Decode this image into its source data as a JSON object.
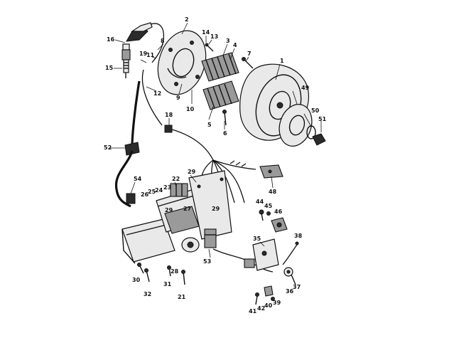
{
  "callouts": [
    {
      "id": "c1",
      "text": "1"
    },
    {
      "id": "c2",
      "text": "2"
    },
    {
      "id": "c3",
      "text": "3"
    },
    {
      "id": "c4",
      "text": "4"
    },
    {
      "id": "c5",
      "text": "5"
    },
    {
      "id": "c6",
      "text": "6"
    },
    {
      "id": "c7",
      "text": "7"
    },
    {
      "id": "c8",
      "text": "8"
    },
    {
      "id": "c9",
      "text": "9"
    },
    {
      "id": "c10",
      "text": "10"
    },
    {
      "id": "c11",
      "text": "11"
    },
    {
      "id": "c12",
      "text": "12"
    },
    {
      "id": "c13",
      "text": "13"
    },
    {
      "id": "c14",
      "text": "14"
    },
    {
      "id": "c15",
      "text": "15"
    },
    {
      "id": "c16",
      "text": "16"
    },
    {
      "id": "c18",
      "text": "18"
    },
    {
      "id": "c19",
      "text": "19"
    },
    {
      "id": "c21",
      "text": "21"
    },
    {
      "id": "c22",
      "text": "22"
    },
    {
      "id": "c23",
      "text": "23"
    },
    {
      "id": "c24",
      "text": "24"
    },
    {
      "id": "c25",
      "text": "25"
    },
    {
      "id": "c26",
      "text": "26"
    },
    {
      "id": "c27",
      "text": "27"
    },
    {
      "id": "c28",
      "text": "28"
    },
    {
      "id": "c29a",
      "text": "29"
    },
    {
      "id": "c29b",
      "text": "29"
    },
    {
      "id": "c29c",
      "text": "29"
    },
    {
      "id": "c30",
      "text": "30"
    },
    {
      "id": "c31",
      "text": "31"
    },
    {
      "id": "c32",
      "text": "32"
    },
    {
      "id": "c35",
      "text": "35"
    },
    {
      "id": "c36",
      "text": "36"
    },
    {
      "id": "c37",
      "text": "37"
    },
    {
      "id": "c38",
      "text": "38"
    },
    {
      "id": "c39",
      "text": "39"
    },
    {
      "id": "c40",
      "text": "40"
    },
    {
      "id": "c41",
      "text": "41"
    },
    {
      "id": "c42",
      "text": "42"
    },
    {
      "id": "c44",
      "text": "44"
    },
    {
      "id": "c45",
      "text": "45"
    },
    {
      "id": "c46",
      "text": "46"
    },
    {
      "id": "c48",
      "text": "48"
    },
    {
      "id": "c49",
      "text": "49"
    },
    {
      "id": "c50",
      "text": "50"
    },
    {
      "id": "c51",
      "text": "51"
    },
    {
      "id": "c52",
      "text": "52"
    },
    {
      "id": "c53",
      "text": "53"
    },
    {
      "id": "c54",
      "text": "54"
    }
  ]
}
